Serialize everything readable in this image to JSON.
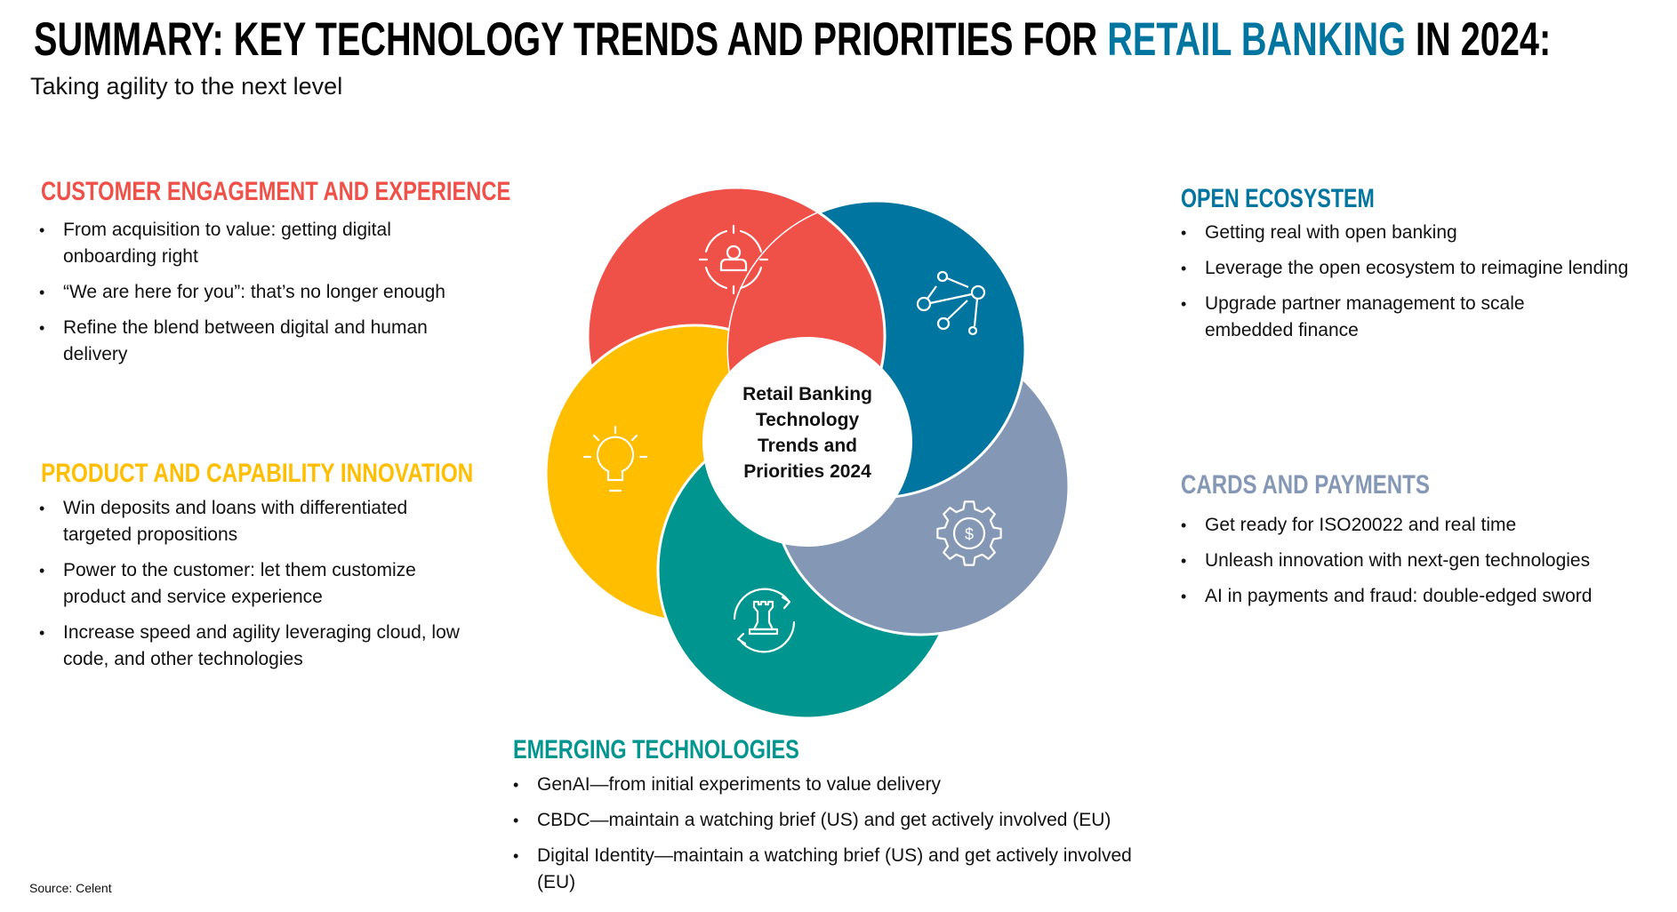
{
  "header": {
    "title_prefix": "SUMMARY: KEY TECHNOLOGY TRENDS AND PRIORITIES FOR ",
    "title_accent": "RETAIL BANKING",
    "title_suffix": " IN 2024:",
    "subtitle": "Taking agility to the next level"
  },
  "colors": {
    "customer": "#EF5149",
    "open": "#0075A0",
    "cards": "#8497B4",
    "emerging": "#00968F",
    "product": "#FFBE00",
    "accent": "#0075A0"
  },
  "center": {
    "lines": [
      "Retail Banking",
      "Technology",
      "Trends and",
      "Priorities 2024"
    ]
  },
  "sections": {
    "customer": {
      "heading": "CUSTOMER ENGAGEMENT  AND EXPERIENCE",
      "icon": "target-user-icon",
      "bullets": [
        "From acquisition to value: getting digital onboarding right",
        "“We are here for you”: that’s no longer enough",
        "Refine the blend between digital and human delivery"
      ]
    },
    "product": {
      "heading": "PRODUCT AND CAPABILITY INNOVATION",
      "icon": "lightbulb-icon",
      "bullets": [
        "Win deposits and loans with differentiated targeted propositions",
        "Power to the customer: let them customize product and service experience",
        "Increase speed and agility leveraging cloud, low code, and other technologies"
      ]
    },
    "open": {
      "heading": "OPEN ECOSYSTEM",
      "icon": "network-icon",
      "bullets": [
        "Getting real with open banking",
        "Leverage the open ecosystem to reimagine lending",
        "Upgrade partner management to scale embedded finance"
      ]
    },
    "cards": {
      "heading": "CARDS AND PAYMENTS",
      "icon": "gear-dollar-icon",
      "bullets": [
        "Get ready for ISO20022 and real time",
        "Unleash innovation with next-gen technologies",
        "AI in payments and fraud: double-edged sword"
      ]
    },
    "emerging": {
      "heading": "EMERGING TECHNOLOGIES",
      "icon": "rook-cycle-icon",
      "bullets": [
        "GenAI—from initial experiments to value delivery",
        "CBDC—maintain a watching brief (US) and get actively involved (EU)",
        "Digital Identity—maintain a watching brief (US) and get actively involved (EU)"
      ]
    }
  },
  "footer": {
    "source": "Source: Celent"
  }
}
